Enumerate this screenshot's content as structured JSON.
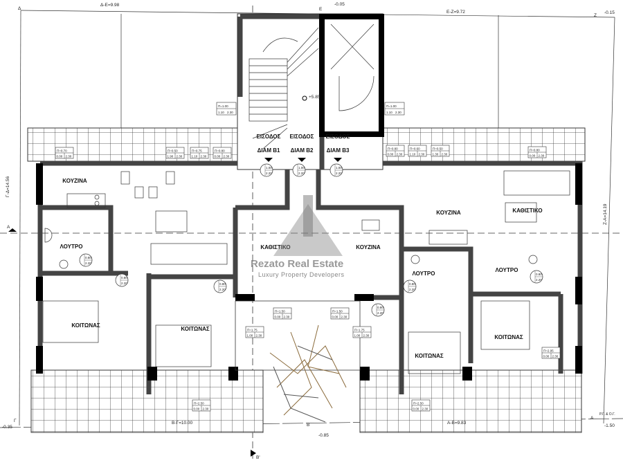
{
  "dimensions": {
    "top_left": "Δ-Ε=9.98",
    "top_right": "Ε-Ζ=9.72",
    "left_side": "Γ-Δ=14.56",
    "right_side": "Ζ-Α=14.19",
    "bottom_left": "Β-Γ=10.00",
    "bottom_right": "Α-Β=9.83"
  },
  "levels": {
    "top_right": "-0.15",
    "top_center": "-0.05",
    "stair_landing": "+5.85",
    "bottom_left": "-0.35",
    "bottom_center": "-0.85",
    "bottom_right": "-1.50"
  },
  "axis_labels": {
    "delta": "Δ",
    "epsilon": "Ε",
    "zeta": "Ζ",
    "gamma": "Γ",
    "alpha": "Α",
    "beta": "Β",
    "beta_prime": "Β'",
    "section_a": "Α",
    "rg_og": "Ρ.Γ. & Ο.Γ."
  },
  "entrances": [
    {
      "line1": "ΕΙΣΟΔΟΣ",
      "line2": "ΔΙΑΜ Β1"
    },
    {
      "line1": "ΕΙΣΟΔΟΣ",
      "line2": "ΔΙΑΜ Β2"
    },
    {
      "line1": "ΕΙΣΟΔΟΣ",
      "line2": "ΔΙΑΜ Β3"
    }
  ],
  "rooms": {
    "kitchen_left": "ΚΟΥΖΙΝΑ",
    "kitchen_center": "ΚΟΥΖΙΝΑ",
    "kitchen_right": "ΚΟΥΖΙΝΑ",
    "living_center": "ΚΑΘΙΣΤΙΚΟ",
    "living_right": "ΚΑΘΙΣΤΙΚΟ",
    "bath_left": "ΛΟΥΤΡΟ",
    "bath_center": "ΛΟΥΤΡΟ",
    "bath_right": "ΛΟΥΤΡΟ",
    "bedroom_left": "ΚΟΙΤΩΝΑΣ",
    "bedroom_center_left": "ΚΟΙΤΩΝΑΣ",
    "bedroom_center_right": "ΚΟΙΤΩΝΑΣ",
    "bedroom_right": "ΚΟΙΤΩΝΑΣ"
  },
  "window_tags": [
    {
      "w": "Π=0.70",
      "sill": "0.00",
      "h": "2.30"
    },
    {
      "w": "Π=0.50",
      "sill": "1.90",
      "h": "2.30"
    },
    {
      "w": "Π=0.75",
      "sill": "1.10",
      "h": "2.30"
    },
    {
      "w": "Π=0.80",
      "sill": "0.00",
      "h": "2.30"
    },
    {
      "w": "Π=0.80",
      "sill": "0.00",
      "h": "2.30"
    },
    {
      "w": "Π=0.60",
      "sill": "1.10",
      "h": "2.30"
    },
    {
      "w": "Π=0.50",
      "sill": "1.30",
      "h": "2.30"
    },
    {
      "w": "Π=0.80",
      "sill": "0.00",
      "h": "2.30"
    },
    {
      "w": "Π=1.00",
      "sill": "1.10",
      "h": "2.30"
    },
    {
      "w": "Π=1.00",
      "sill": "1.10",
      "h": "2.30"
    },
    {
      "w": "Π=1.50",
      "sill": "0.00",
      "h": "2.30"
    },
    {
      "w": "Π=1.50",
      "sill": "0.00",
      "h": "2.30"
    },
    {
      "w": "Π=1.75",
      "sill": "1.00",
      "h": "2.30"
    },
    {
      "w": "Π=1.75",
      "sill": "1.00",
      "h": "2.30"
    },
    {
      "w": "Π=2.50",
      "sill": "0.00",
      "h": "2.30"
    },
    {
      "w": "Π=2.50",
      "sill": "0.00",
      "h": "2.30"
    },
    {
      "w": "Π=2.95",
      "sill": "0.00",
      "h": "2.30"
    }
  ],
  "door_tags": [
    {
      "w": "1.00",
      "h": "2.20"
    },
    {
      "w": "1.00",
      "h": "2.20"
    },
    {
      "w": "1.00",
      "h": "2.20"
    },
    {
      "w": "0.80",
      "h": "2.20"
    },
    {
      "w": "0.80",
      "h": "2.20"
    },
    {
      "w": "0.80",
      "h": "2.20"
    },
    {
      "w": "0.80",
      "h": "2.20"
    },
    {
      "w": "0.80",
      "h": "2.20"
    },
    {
      "w": "0.80",
      "h": "2.20"
    }
  ],
  "watermark": {
    "title": "Rezato  Real Estate",
    "subtitle": "Luxury Property Developers"
  }
}
